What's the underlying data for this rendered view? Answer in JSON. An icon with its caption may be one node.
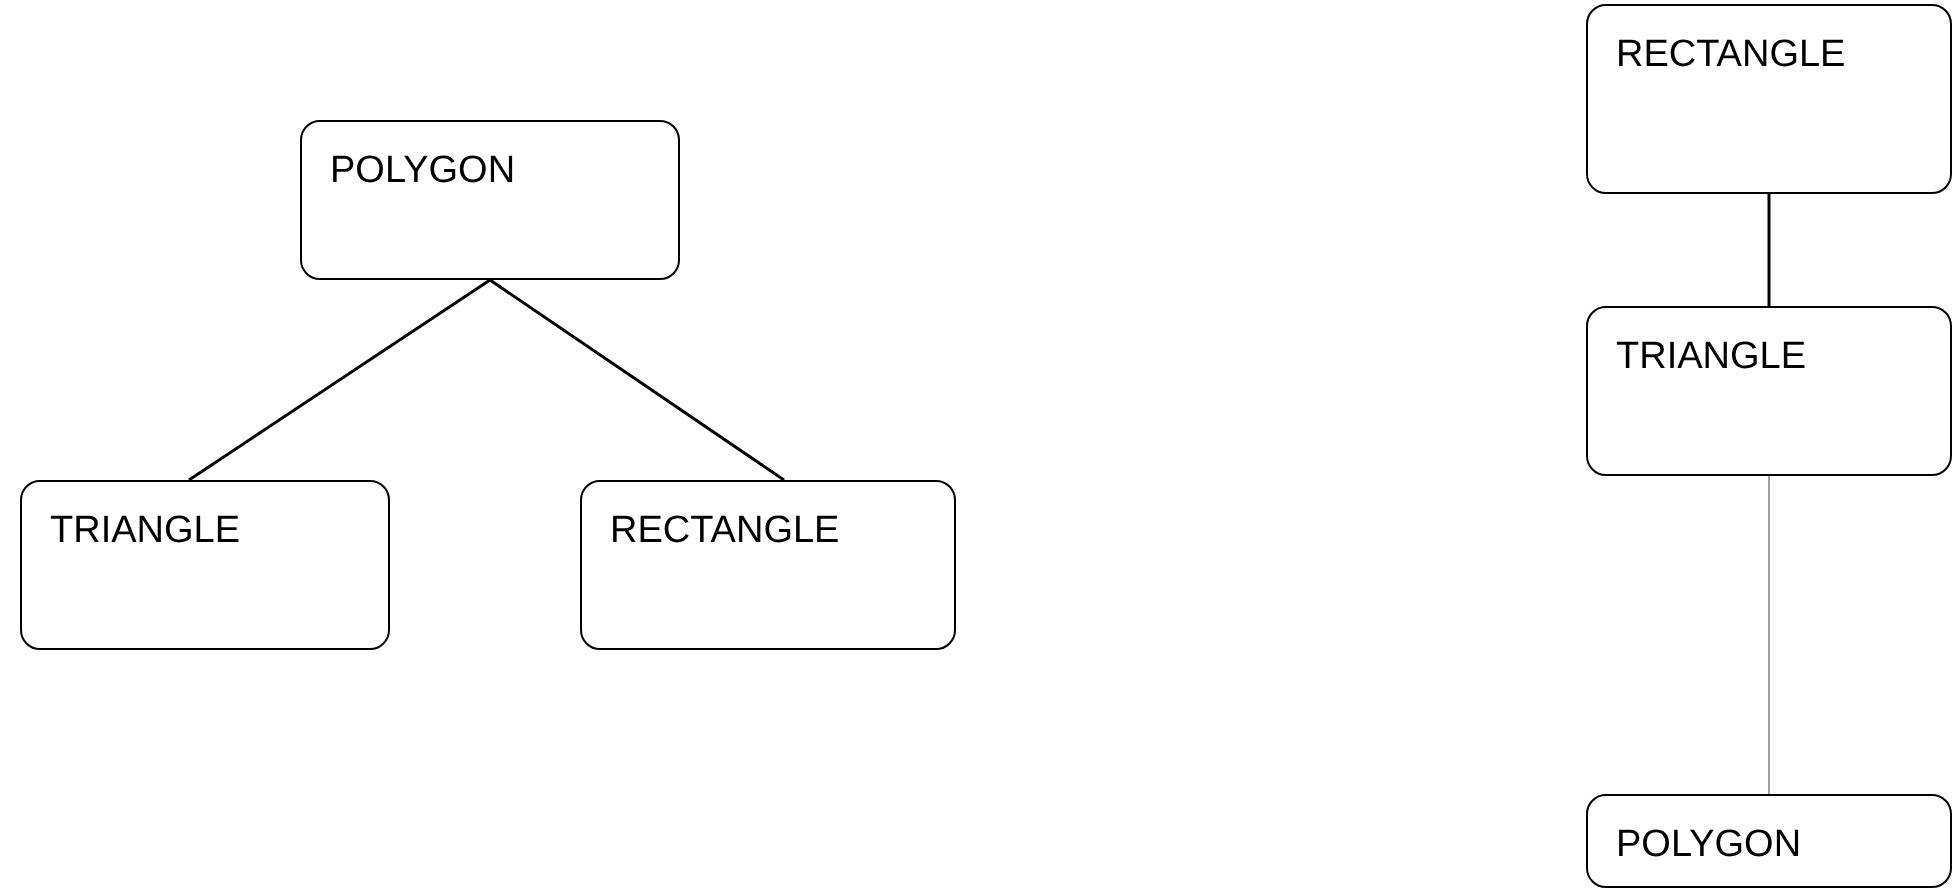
{
  "diagram": {
    "nodes": [
      {
        "text": [
          "POLYGON"
        ]
      },
      {
        "text": [
          "TRIANGLE"
        ]
      },
      {
        "text": [
          "RECTANGLE"
        ]
      },
      {
        "text": [
          "RECTANGLE"
        ]
      },
      {
        "text": [
          "TRIANGLE"
        ]
      },
      {
        "text": [
          "POLYGON"
        ]
      }
    ],
    "edges": [
      {
        "from": 0,
        "to": 1,
        "arrow": "none"
      },
      {
        "from": 0,
        "to": 2,
        "arrow": "none"
      },
      {
        "from": 3,
        "to": 4,
        "arrow": "none"
      },
      {
        "from": 4,
        "to": 5,
        "arrow": "none",
        "color": "#a0a0a0"
      }
    ]
  }
}
